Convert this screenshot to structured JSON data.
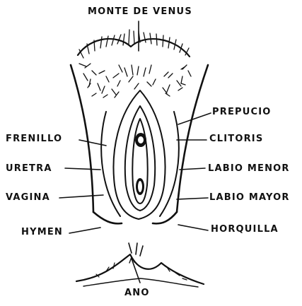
{
  "labels": {
    "monte": "MONTE DE VENUS",
    "prepucio": "PREPUCIO",
    "frenillo": "FRENILLO",
    "clitoris": "CLITORIS",
    "uretra": "URETRA",
    "labio_menor": "LABIO MENOR",
    "vagina": "VAGINA",
    "labio_mayor": "LABIO MAYOR",
    "hymen": "HYMEN",
    "horquilla": "HORQUILLA",
    "ano": "ANO"
  },
  "colors": {
    "ink": "#111111",
    "paper": "#ffffff"
  }
}
